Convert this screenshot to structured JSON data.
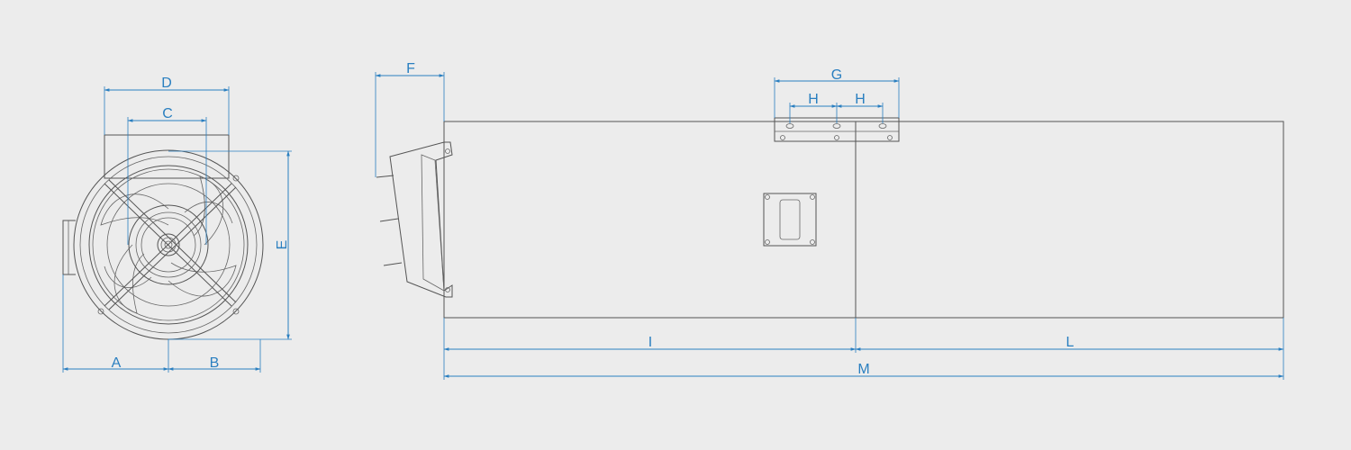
{
  "dimensions": {
    "A": "A",
    "B": "B",
    "C": "C",
    "D": "D",
    "E": "E",
    "F": "F",
    "G": "G",
    "H1": "H",
    "H2": "H",
    "I": "I",
    "L": "L",
    "M": "M"
  },
  "colors": {
    "background": "#ececec",
    "outline": "#555555",
    "dimension": "#2a7fc0"
  }
}
